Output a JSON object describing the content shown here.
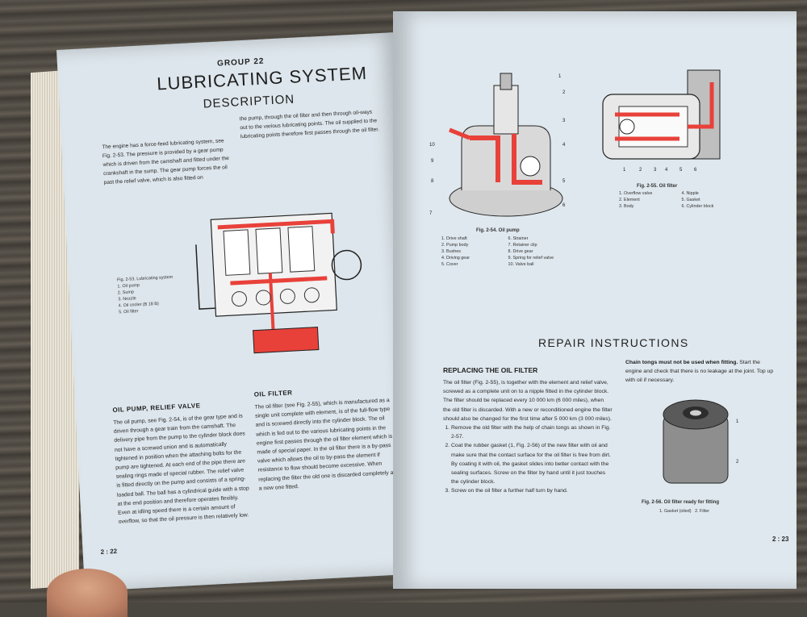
{
  "left_page": {
    "group": "GROUP 22",
    "title": "LUBRICATING SYSTEM",
    "subtitle": "DESCRIPTION",
    "intro_a": "The engine has a force-feed lubricating system, see Fig. 2-53. The pressure is provided by a gear pump which is driven from the camshaft and fitted under the crankshaft in the sump. The gear pump forces the oil past the relief valve, which is also fitted on",
    "intro_b": "the pump, through the oil filter and then through oil-ways out to the various lubricating points. The oil supplied to the lubricating points therefore first passes through the oil filter.",
    "engine_caption_title": "Fig. 2-53. Lubricating system",
    "engine_caption_items": [
      "1. Oil pump",
      "2. Sump",
      "3. Nozzle",
      "4. Oil cooler (B 18 B)",
      "5. Oil filter"
    ],
    "pump_heading": "OIL PUMP, RELIEF VALVE",
    "pump_text": "The oil pump, see Fig. 2-54, is of the gear type and is driven through a gear train from the camshaft. The delivery pipe from the pump to the cylinder block does not have a screwed union and is automatically tightened in position when the attaching bolts for the pump are tightened. At each end of the pipe there are sealing rings made of special rubber. The relief valve is fitted directly on the pump and consists of a spring-loaded ball. The ball has a cylindrical guide with a stop at the end position and therefore operates flexibly. Even at idling speed there is a certain amount of overflow, so that the oil pressure is then relatively low.",
    "filter_heading": "OIL FILTER",
    "filter_text": "The oil filter (see Fig. 2-55), which is manufactured as a single unit complete with element, is of the full-flow type and is screwed directly into the cylinder block. The oil which is fed out to the various lubricating points in the engine first passes through the oil filter element which is made of special paper. In the oil filter there is a by-pass valve which allows the oil to by-pass the element if resistance to flow should become excessive. When replacing the filter the old one is discarded completely and a new one fitted.",
    "page_number": "2 : 22"
  },
  "right_page": {
    "pump_caption_title": "Fig. 2-54. Oil pump",
    "pump_caption_items": [
      "1. Drive shaft",
      "2. Pump body",
      "3. Bushes",
      "4. Driving gear",
      "5. Cover",
      "6. Strainer",
      "7. Retainer clip",
      "8. Drive gear",
      "9. Spring for relief valve",
      "10. Valve ball"
    ],
    "filter_caption_title": "Fig. 2-55. Oil filter",
    "filter_caption_items": [
      "1. Overflow valve",
      "2. Element",
      "3. Body",
      "4. Nipple",
      "5. Gasket",
      "6. Cylinder block"
    ],
    "repair_title": "REPAIR INSTRUCTIONS",
    "replace_heading": "REPLACING THE OIL FILTER",
    "replace_text": "The oil filter (Fig. 2-55), is together with the element and relief valve, screwed as a complete unit on to a nipple fitted in the cylinder block. The filter should be replaced every 10 000 km (6 000 miles), when the old filter is discarded. With a new or reconditioned engine the filter should also be changed for the first time after 5 000 km (3 000 miles).",
    "steps": [
      "Remove the old filter with the help of chain tongs as shown in Fig. 2-57.",
      "Coat the rubber gasket (1, Fig. 2-56) of the new filter with oil and make sure that the contact surface for the oil filter is free from dirt. By coating it with oil, the gasket slides into better contact with the sealing surfaces. Screw on the filter by hand until it just touches the cylinder block.",
      "Screw on the oil filter a further half turn by hand."
    ],
    "tongs_warning": "Chain tongs must not be used when fitting.",
    "tongs_text": "Start the engine and check that there is no leakage at the joint. Top up with oil if necessary.",
    "can_caption_title": "Fig. 2-56. Oil filter ready for fitting",
    "can_caption_items": [
      "1. Gasket (oiled)",
      "2. Filter"
    ],
    "page_number": "2 : 23"
  },
  "colors": {
    "page": "#dfe8ee",
    "ink": "#222222",
    "oil_red": "#e8413a"
  }
}
